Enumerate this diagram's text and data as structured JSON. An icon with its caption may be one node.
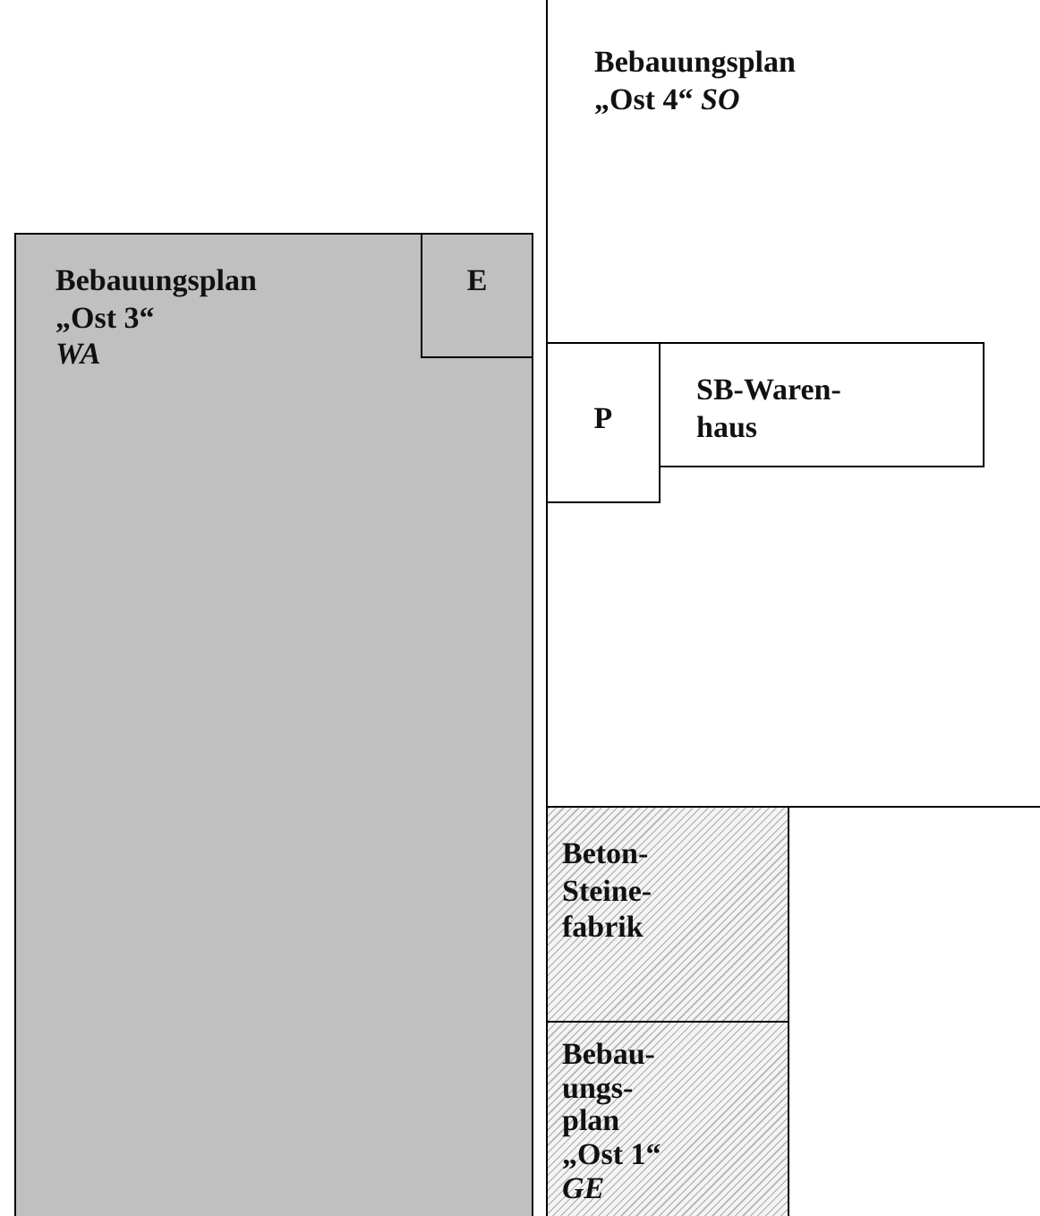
{
  "diagram": {
    "nodes": [
      {
        "text": [
          "Bebauungsplan „Ost 3“",
          "WA"
        ]
      },
      {
        "text": [
          "E"
        ],
        "in": 0
      },
      {
        "text": [
          "Bebauungsplan „Ost 4“ *SO*"
        ]
      },
      {
        "text": [
          "P"
        ],
        "in": 2
      },
      {
        "text": [
          "SB-Waren- haus"
        ],
        "in": 2
      },
      {
        "text": [
          "Beton- Steine- fabrik"
        ]
      },
      {
        "text": [
          "Bebau- ungs- plan „Ost 1“",
          "GE"
        ]
      }
    ]
  }
}
